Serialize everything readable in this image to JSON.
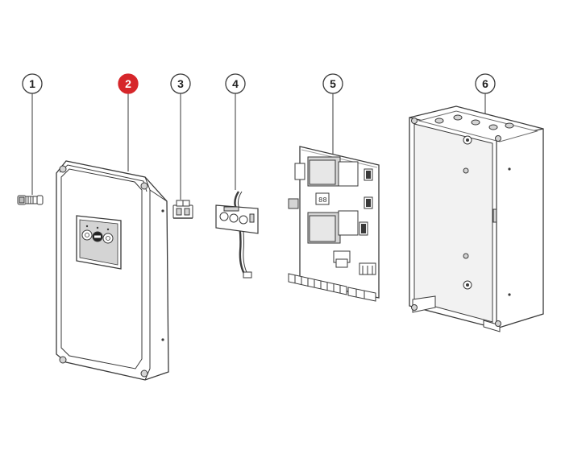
{
  "callouts": [
    {
      "number": "1",
      "part": "screw",
      "highlighted": false
    },
    {
      "number": "2",
      "part": "front-cover",
      "highlighted": true
    },
    {
      "number": "3",
      "part": "connector",
      "highlighted": false
    },
    {
      "number": "4",
      "part": "button-board",
      "highlighted": false
    },
    {
      "number": "5",
      "part": "control-board",
      "highlighted": false
    },
    {
      "number": "6",
      "part": "enclosure-box",
      "highlighted": false
    }
  ],
  "colors": {
    "line": "#3a3a3a",
    "fill": "#ffffff",
    "shade": "#d4d4d4",
    "highlight": "#d6262a",
    "highlight_text": "#ffffff",
    "callout_text": "#222222"
  }
}
